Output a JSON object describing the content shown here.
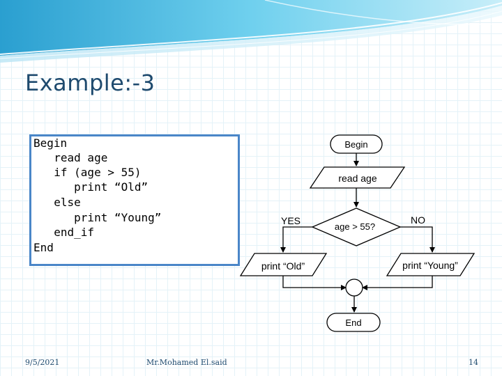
{
  "slide": {
    "title": "Example:-3",
    "code_lines": [
      "Begin",
      "  read age",
      "  if (age > 55)",
      "     print “Old”",
      "  else",
      "     print “Young”",
      "  end_if",
      "End"
    ]
  },
  "flowchart": {
    "begin": "Begin",
    "read": "read age",
    "decision": "age > 55?",
    "yes": "YES",
    "no": "NO",
    "print_old": "print “Old”",
    "print_young": "print “Young”",
    "end": "End"
  },
  "footer": {
    "date": "9/5/2021",
    "author": "Mr.Mohamed El.said",
    "page": "14"
  },
  "colors": {
    "title": "#1e4a6e",
    "code_border": "#4a86c8",
    "banner": "#5fc3e4"
  }
}
